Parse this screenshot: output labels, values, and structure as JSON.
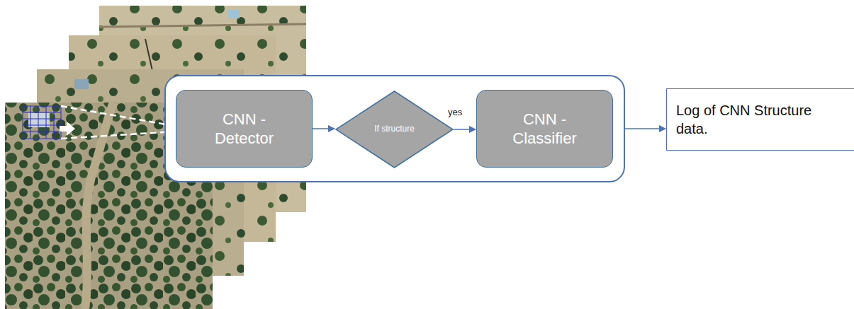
{
  "diagram": {
    "nodes": [
      {
        "text": []
      },
      {
        "text": [
          "CNN - Detector"
        ],
        "in": 0
      },
      {
        "text": [
          "If structure"
        ],
        "in": 0
      },
      {
        "text": [
          "CNN - Classifier"
        ],
        "in": 0
      },
      {
        "text": [
          "Log of CNN Structure data."
        ]
      }
    ],
    "edges": [
      {
        "from": 1,
        "to": 2,
        "arrow": "to"
      },
      {
        "from": 2,
        "to": 3,
        "label": "yes",
        "arrow": "to"
      },
      {
        "from": 0,
        "to": 4,
        "arrow": "to"
      }
    ]
  }
}
